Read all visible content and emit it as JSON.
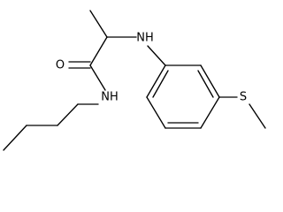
{
  "atoms": {
    "oxygen": "O",
    "amide_nitrogen": "NH",
    "amine_nitrogen": "NH",
    "sulfur": "S"
  }
}
